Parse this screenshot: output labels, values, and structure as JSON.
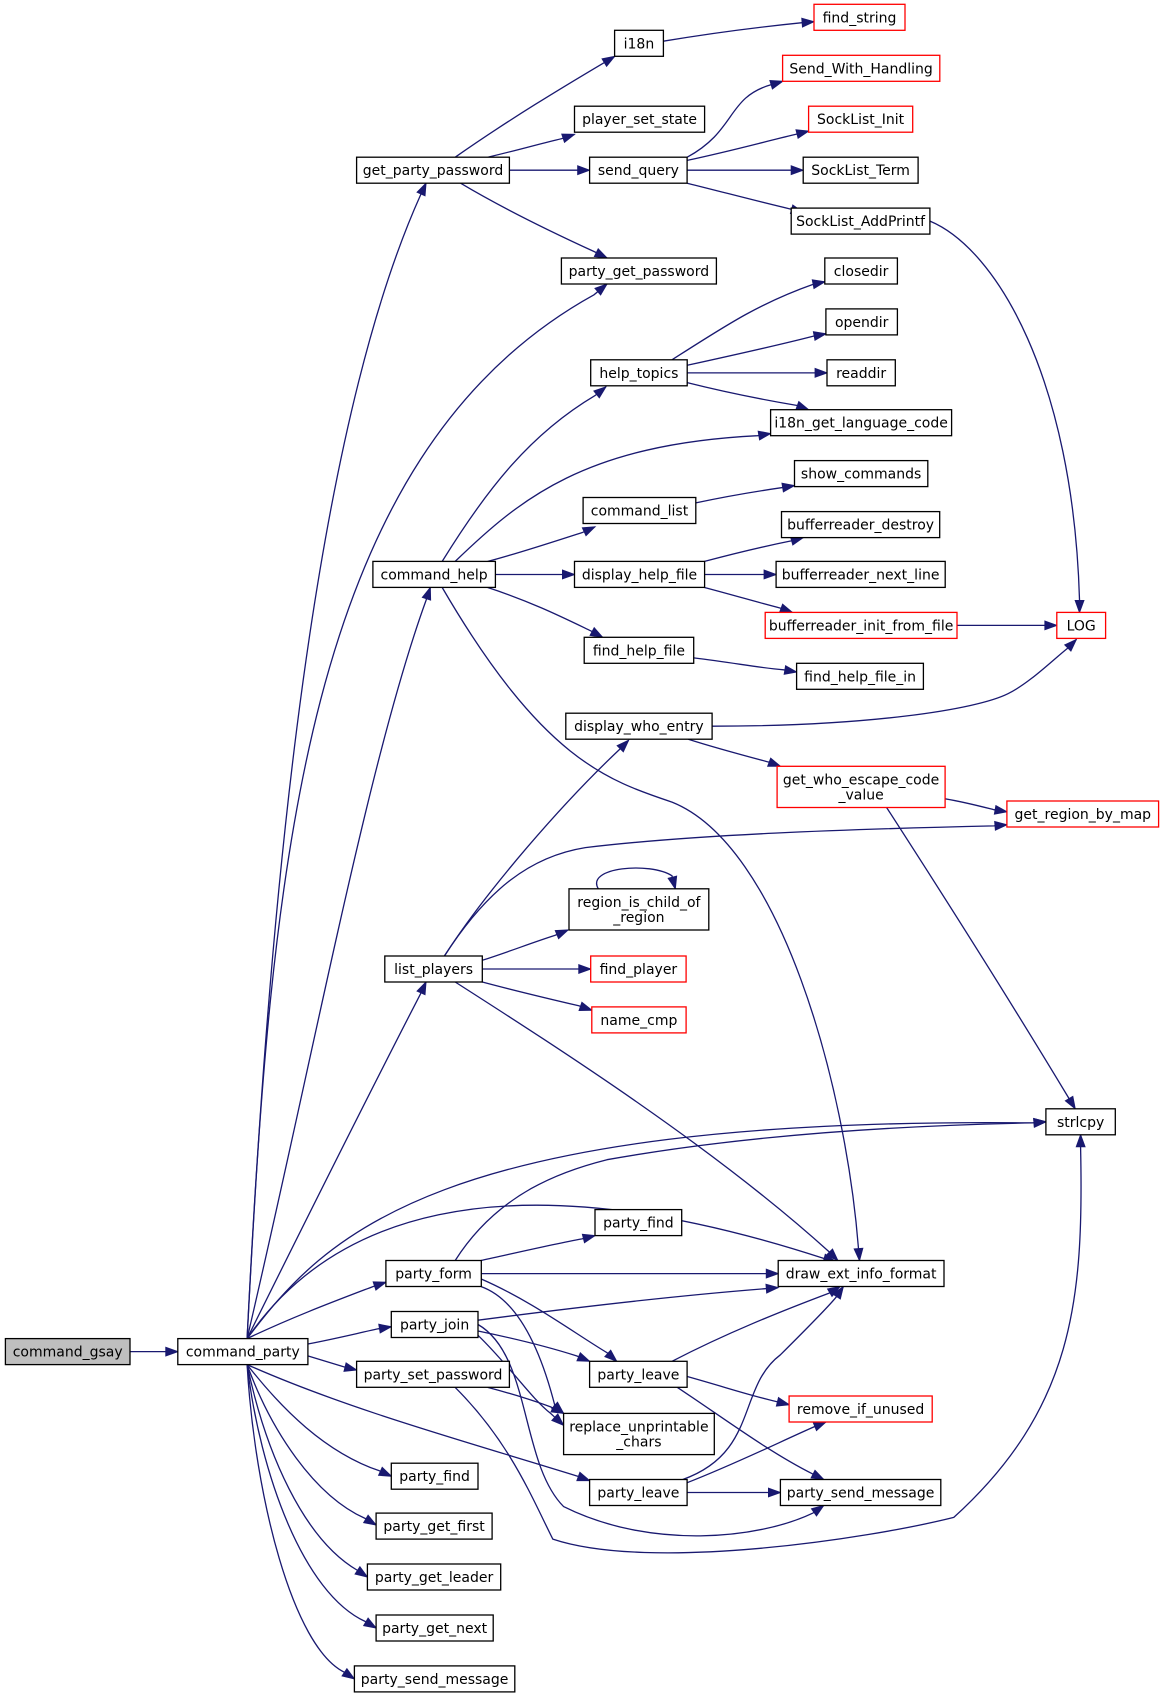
{
  "graph": {
    "nodes": [
      {
        "id": "command_gsay",
        "lines": [
          "command_gsay"
        ],
        "color": "root"
      },
      {
        "id": "command_party",
        "lines": [
          "command_party"
        ],
        "color": "black"
      },
      {
        "id": "get_party_password",
        "lines": [
          "get_party_password"
        ],
        "color": "black"
      },
      {
        "id": "i18n",
        "lines": [
          "i18n"
        ],
        "color": "black"
      },
      {
        "id": "find_string",
        "lines": [
          "find_string"
        ],
        "color": "red"
      },
      {
        "id": "player_set_state",
        "lines": [
          "player_set_state"
        ],
        "color": "black"
      },
      {
        "id": "send_query",
        "lines": [
          "send_query"
        ],
        "color": "black"
      },
      {
        "id": "Send_With_Handling",
        "lines": [
          "Send_With_Handling"
        ],
        "color": "red"
      },
      {
        "id": "SockList_Init",
        "lines": [
          "SockList_Init"
        ],
        "color": "red"
      },
      {
        "id": "SockList_Term",
        "lines": [
          "SockList_Term"
        ],
        "color": "black"
      },
      {
        "id": "SockList_AddPrintf",
        "lines": [
          "SockList_AddPrintf"
        ],
        "color": "black"
      },
      {
        "id": "party_get_password",
        "lines": [
          "party_get_password"
        ],
        "color": "black"
      },
      {
        "id": "closedir",
        "lines": [
          "closedir"
        ],
        "color": "black"
      },
      {
        "id": "opendir",
        "lines": [
          "opendir"
        ],
        "color": "black"
      },
      {
        "id": "help_topics",
        "lines": [
          "help_topics"
        ],
        "color": "black"
      },
      {
        "id": "readdir",
        "lines": [
          "readdir"
        ],
        "color": "black"
      },
      {
        "id": "i18n_get_language_code",
        "lines": [
          "i18n_get_language_code"
        ],
        "color": "black"
      },
      {
        "id": "show_commands",
        "lines": [
          "show_commands"
        ],
        "color": "black"
      },
      {
        "id": "command_list",
        "lines": [
          "command_list"
        ],
        "color": "black"
      },
      {
        "id": "bufferreader_destroy",
        "lines": [
          "bufferreader_destroy"
        ],
        "color": "black"
      },
      {
        "id": "command_help",
        "lines": [
          "command_help"
        ],
        "color": "black"
      },
      {
        "id": "display_help_file",
        "lines": [
          "display_help_file"
        ],
        "color": "black"
      },
      {
        "id": "bufferreader_next_line",
        "lines": [
          "bufferreader_next_line"
        ],
        "color": "black"
      },
      {
        "id": "bufferreader_init_from_file",
        "lines": [
          "bufferreader_init_from_file"
        ],
        "color": "red"
      },
      {
        "id": "LOG",
        "lines": [
          "LOG"
        ],
        "color": "red"
      },
      {
        "id": "find_help_file",
        "lines": [
          "find_help_file"
        ],
        "color": "black"
      },
      {
        "id": "find_help_file_in",
        "lines": [
          "find_help_file_in"
        ],
        "color": "black"
      },
      {
        "id": "display_who_entry",
        "lines": [
          "display_who_entry"
        ],
        "color": "black"
      },
      {
        "id": "get_who_escape_code_value",
        "lines": [
          "get_who_escape_code",
          "_value"
        ],
        "color": "red"
      },
      {
        "id": "get_region_by_map",
        "lines": [
          "get_region_by_map"
        ],
        "color": "red"
      },
      {
        "id": "region_is_child_of_region",
        "lines": [
          "region_is_child_of",
          "_region"
        ],
        "color": "black"
      },
      {
        "id": "list_players",
        "lines": [
          "list_players"
        ],
        "color": "black"
      },
      {
        "id": "find_player",
        "lines": [
          "find_player"
        ],
        "color": "red"
      },
      {
        "id": "name_cmp",
        "lines": [
          "name_cmp"
        ],
        "color": "red"
      },
      {
        "id": "strlcpy",
        "lines": [
          "strlcpy"
        ],
        "color": "black"
      },
      {
        "id": "party_find_a",
        "lines": [
          "party_find"
        ],
        "color": "black"
      },
      {
        "id": "party_form",
        "lines": [
          "party_form"
        ],
        "color": "black"
      },
      {
        "id": "draw_ext_info_format",
        "lines": [
          "draw_ext_info_format"
        ],
        "color": "black"
      },
      {
        "id": "party_join",
        "lines": [
          "party_join"
        ],
        "color": "black"
      },
      {
        "id": "party_leave_a",
        "lines": [
          "party_leave"
        ],
        "color": "black"
      },
      {
        "id": "party_set_password",
        "lines": [
          "party_set_password"
        ],
        "color": "black"
      },
      {
        "id": "remove_if_unused",
        "lines": [
          "remove_if_unused"
        ],
        "color": "red"
      },
      {
        "id": "replace_unprintable_chars",
        "lines": [
          "replace_unprintable",
          "_chars"
        ],
        "color": "black"
      },
      {
        "id": "party_find_b",
        "lines": [
          "party_find"
        ],
        "color": "black"
      },
      {
        "id": "party_leave_b",
        "lines": [
          "party_leave"
        ],
        "color": "black"
      },
      {
        "id": "party_send_message_a",
        "lines": [
          "party_send_message"
        ],
        "color": "black"
      },
      {
        "id": "party_get_first",
        "lines": [
          "party_get_first"
        ],
        "color": "black"
      },
      {
        "id": "party_get_leader",
        "lines": [
          "party_get_leader"
        ],
        "color": "black"
      },
      {
        "id": "party_get_next",
        "lines": [
          "party_get_next"
        ],
        "color": "black"
      },
      {
        "id": "party_send_message_b",
        "lines": [
          "party_send_message"
        ],
        "color": "black"
      }
    ]
  }
}
